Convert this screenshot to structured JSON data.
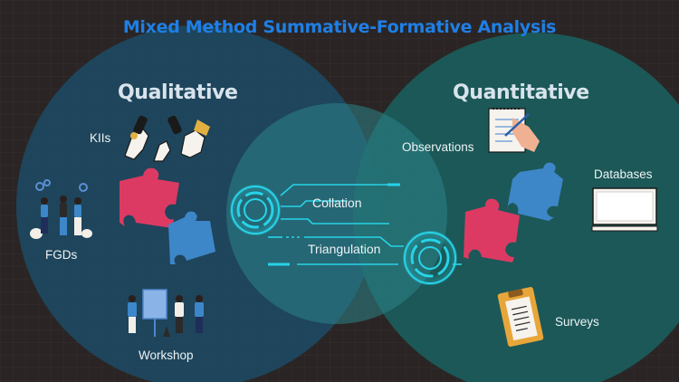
{
  "title": "Mixed Method Summative-Formative Analysis",
  "sets": {
    "left": {
      "name": "Qualitative",
      "color": "#1c4a63"
    },
    "right": {
      "name": "Quantitative",
      "color": "#19605f"
    }
  },
  "left_items": {
    "kii": "KIIs",
    "fgd": "FGDs",
    "workshop": "Workshop"
  },
  "right_items": {
    "observations": "Observations",
    "databases": "Databases",
    "surveys": "Surveys"
  },
  "center_items": {
    "collation": "Collation",
    "triangulation": "Triangulation"
  },
  "colors": {
    "title": "#1e7fe6",
    "puzzle_pink": "#dc3a63",
    "puzzle_blue": "#3d86c8",
    "tech_cyan": "#27d3e8"
  }
}
